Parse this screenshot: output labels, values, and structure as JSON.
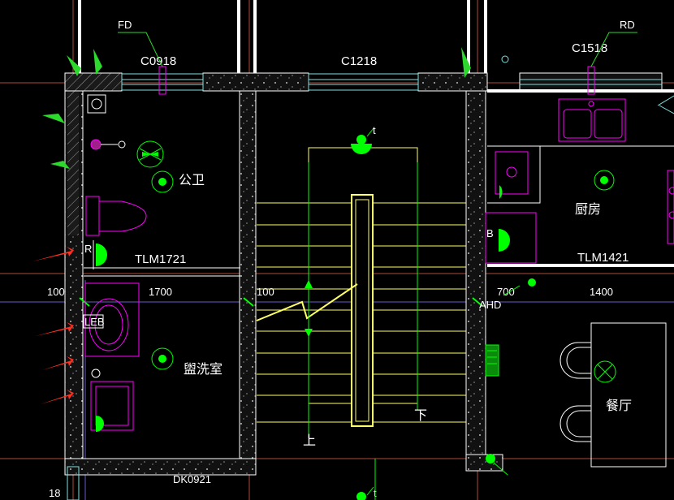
{
  "title": "",
  "colors": {
    "background": "#000000",
    "wall_fill": "#2a2a2a",
    "wall_line": "#ffffff",
    "grid_red": "#b04a3a",
    "grid_purple": "#6a5acd",
    "window_cyan": "#7fe0e0",
    "fixture_magenta": "#ff00ff",
    "light_green": "#00ff00",
    "stair_yellow": "#ffff66",
    "arrow_red": "#ff3020",
    "arrow_green": "#2cd92c"
  },
  "windows": {
    "left": "C0918",
    "middle": "C1218",
    "right": "C1518"
  },
  "tags": {
    "fd": "FD",
    "rd": "RD"
  },
  "rooms": {
    "toilet": "公卫",
    "washroom": "盥洗室",
    "kitchen": "厨房",
    "dining": "餐厅"
  },
  "doors": {
    "left_door": "TLM1721",
    "right_door": "TLM1421",
    "bottom_door": "DK0921"
  },
  "dimensions": {
    "left_100": "100",
    "left_1700": "1700",
    "stair_100": "100",
    "right_700": "700",
    "right_1400": "1400",
    "edge_18": "18"
  },
  "markers": {
    "r": "R",
    "leb": "LEB",
    "b": "B",
    "ahd": "AHD",
    "stair_up": "上",
    "stair_down": "下",
    "lamp_t": "t"
  }
}
